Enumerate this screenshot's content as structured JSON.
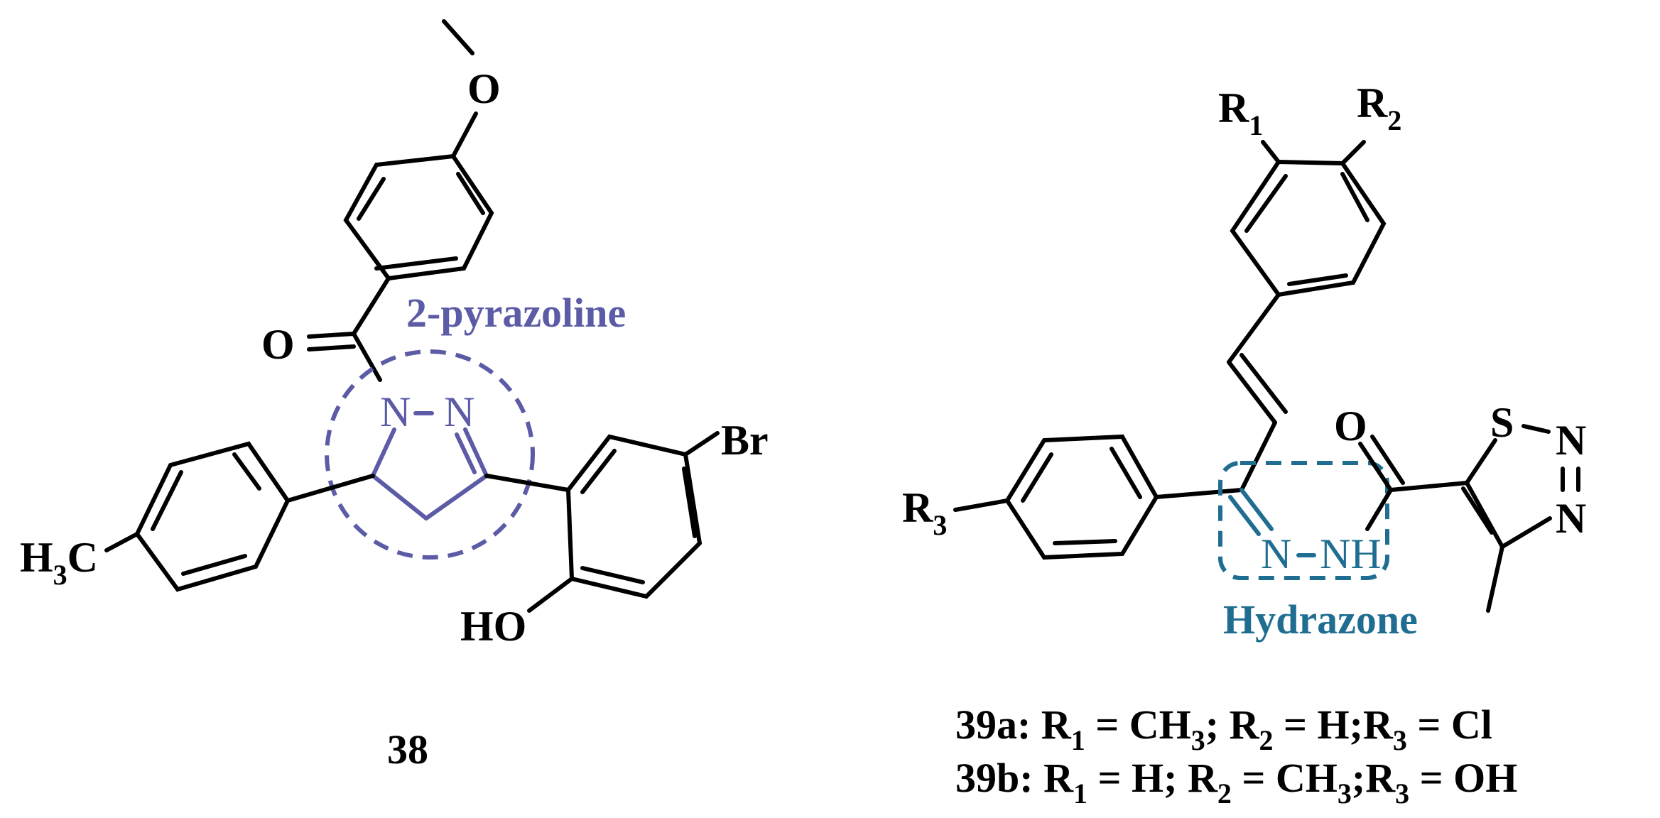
{
  "compound38": {
    "label": "38",
    "ring_label": "2-pyrazoline",
    "atoms": {
      "methoxy_o": "O",
      "carbonyl_o": "O",
      "n1": "N",
      "n2": "N",
      "br": "Br",
      "ho": "HO",
      "h3c_h": "H",
      "h3c_3": "3",
      "h3c_c": "C"
    }
  },
  "compound39": {
    "group_label": "Hydrazone",
    "atoms": {
      "r1": "R",
      "r1_sub": "1",
      "r2": "R",
      "r2_sub": "2",
      "r3": "R",
      "r3_sub": "3",
      "carbonyl_o": "O",
      "s": "S",
      "n_top": "N",
      "n_bottom": "N",
      "hyd_n": "N",
      "hyd_nh": "NH"
    },
    "legend": [
      {
        "id": "39a",
        "parts": [
          "39a: R",
          "1",
          " = CH",
          "3",
          "; R",
          "2",
          " = H;R",
          "3",
          " = Cl"
        ]
      },
      {
        "id": "39b",
        "parts": [
          "39b: R",
          "1",
          " = H; R",
          "2",
          " = CH",
          "3",
          ";R",
          "3",
          " = OH"
        ]
      }
    ]
  },
  "colors": {
    "pyrazoline": "#5b5ba6",
    "hydrazone": "#1f6e91",
    "bonds": "#000000"
  }
}
